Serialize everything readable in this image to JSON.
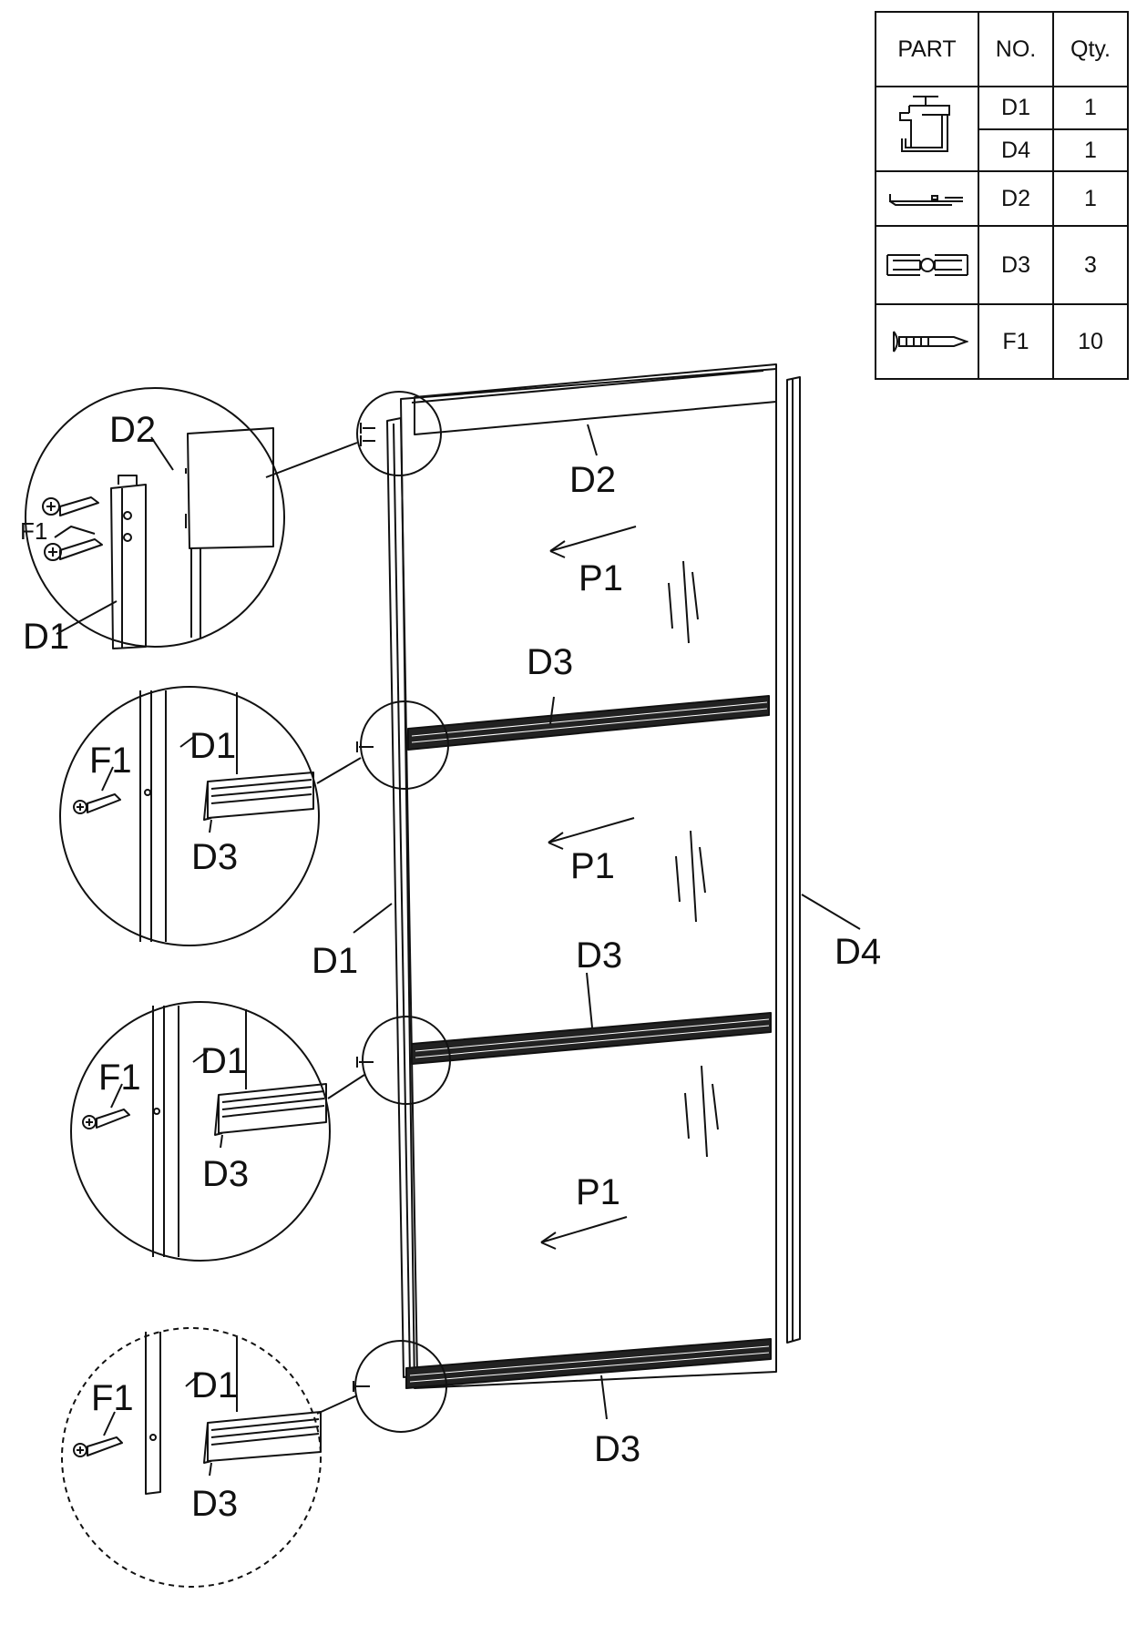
{
  "parts_table": {
    "headers": [
      "PART",
      "NO.",
      "Qty."
    ],
    "rows": [
      {
        "icon": "channel-profile-icon",
        "no": "D1",
        "qty": "1"
      },
      {
        "icon": "channel-profile-icon",
        "no": "D4",
        "qty": "1"
      },
      {
        "icon": "top-rail-profile-icon",
        "no": "D2",
        "qty": "1"
      },
      {
        "icon": "h-bar-profile-icon",
        "no": "D3",
        "qty": "3"
      },
      {
        "icon": "screw-icon",
        "no": "F1",
        "qty": "10"
      }
    ]
  },
  "labels": {
    "top_rail": "D2",
    "left_post": "D1",
    "right_post": "D4",
    "cross_bar": "D3",
    "panel": "P1",
    "screw": "F1"
  },
  "colors": {
    "line": "#111111",
    "background": "#ffffff"
  }
}
